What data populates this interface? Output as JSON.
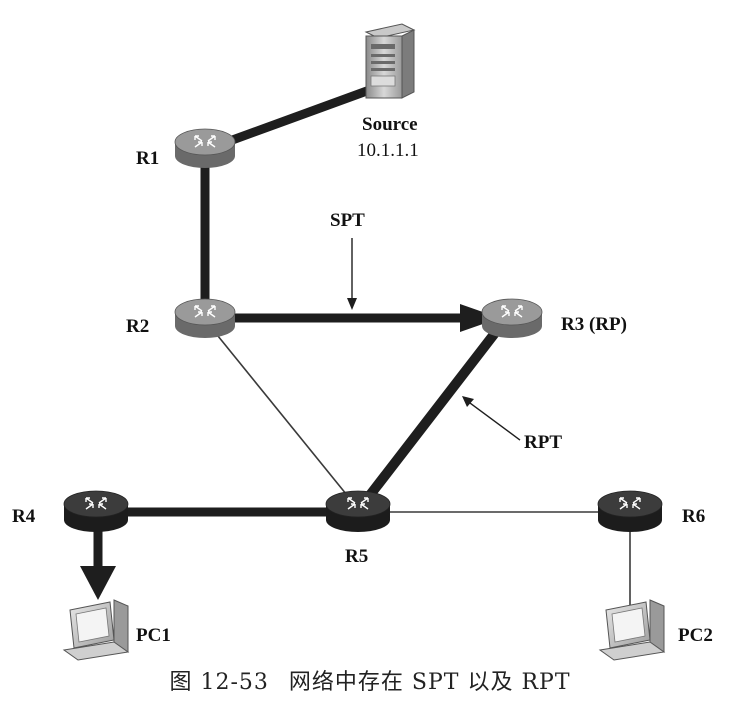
{
  "nodes": {
    "source": {
      "label": "Source",
      "ip": "10.1.1.1"
    },
    "r1": {
      "label": "R1"
    },
    "r2": {
      "label": "R2"
    },
    "r3": {
      "label": "R3 (RP)"
    },
    "r4": {
      "label": "R4"
    },
    "r5": {
      "label": "R5"
    },
    "r6": {
      "label": "R6"
    },
    "pc1": {
      "label": "PC1"
    },
    "pc2": {
      "label": "PC2"
    }
  },
  "annotations": {
    "spt": "SPT",
    "rpt": "RPT"
  },
  "caption": {
    "number": "图 12-53",
    "text": "网络中存在 SPT 以及 RPT"
  },
  "colors": {
    "thick_link": "#1e1e1e",
    "thin_link": "#3a3a3a",
    "router_top": "#9a9a9a",
    "router_side": "#6a6a6a",
    "router_dark_top": "#3c3c3c",
    "router_dark_side": "#1c1c1c"
  }
}
